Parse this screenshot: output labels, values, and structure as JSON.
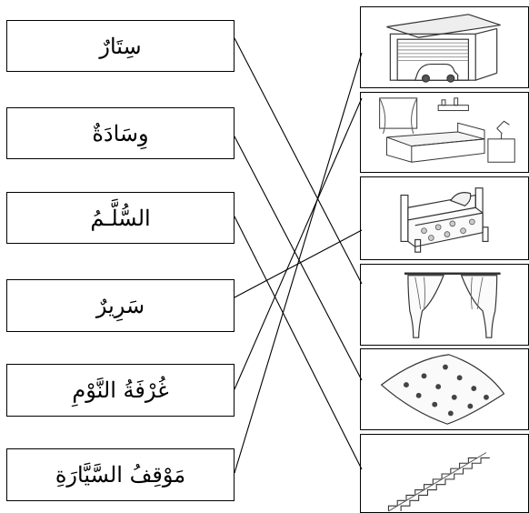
{
  "words": [
    {
      "text": "سِتَارٌ"
    },
    {
      "text": "وِسَادَةٌ"
    },
    {
      "text": "السُّلَّـمُ"
    },
    {
      "text": "سَرِيرٌ"
    },
    {
      "text": "غُرْفَةُ النَّوْمِ"
    },
    {
      "text": "مَوْقِفُ السَّيَّارَةِ"
    }
  ],
  "pictures": [
    {
      "icon": "garage-with-car-icon"
    },
    {
      "icon": "bedroom-icon"
    },
    {
      "icon": "bed-icon"
    },
    {
      "icon": "curtains-icon"
    },
    {
      "icon": "pillow-icon"
    },
    {
      "icon": "stairs-icon"
    }
  ],
  "matches": [
    {
      "word": 0,
      "picture": 3
    },
    {
      "word": 1,
      "picture": 4
    },
    {
      "word": 2,
      "picture": 5
    },
    {
      "word": 3,
      "picture": 2
    },
    {
      "word": 4,
      "picture": 1
    },
    {
      "word": 5,
      "picture": 0
    }
  ]
}
